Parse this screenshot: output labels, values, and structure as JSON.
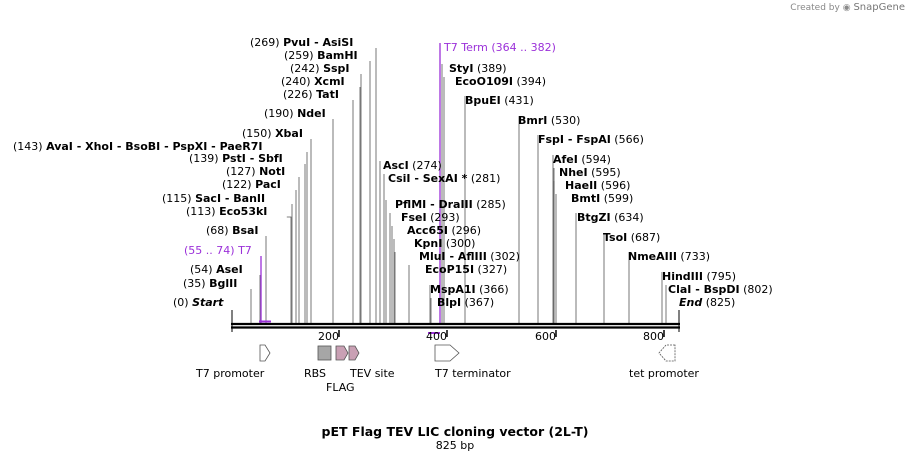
{
  "credit": {
    "prefix": "Created by",
    "brand": "SnapGene"
  },
  "title": "pET Flag TEV LIC cloning vector (2L-T)",
  "length_label": "825 bp",
  "colors": {
    "purple": "#9b30d9",
    "backbone": "#000000",
    "feature_gray": "#a6a6a6",
    "feature_pink": "#c9a0b4"
  },
  "ruler": {
    "ticks": [
      "200",
      "400",
      "600",
      "800"
    ]
  },
  "sites": [
    {
      "id": "start",
      "pos": "(0)",
      "name": "Start",
      "italic": true
    },
    {
      "id": "bglii",
      "pos": "(35)",
      "name": "BglII"
    },
    {
      "id": "asei",
      "pos": "(54)",
      "name": "AseI"
    },
    {
      "id": "t7prom",
      "pos": "(55 .. 74)",
      "name": "T7",
      "purple": true
    },
    {
      "id": "bsai",
      "pos": "(68)",
      "name": "BsaI"
    },
    {
      "id": "eco53ki",
      "pos": "(113)",
      "name": "Eco53kI"
    },
    {
      "id": "saci",
      "pos": "(115)",
      "name": "SacI",
      "extra": "- BanII"
    },
    {
      "id": "paci",
      "pos": "(122)",
      "name": "PacI"
    },
    {
      "id": "noti",
      "pos": "(127)",
      "name": "NotI"
    },
    {
      "id": "psti",
      "pos": "(139)",
      "name": "PstI",
      "extra": "- SbfI"
    },
    {
      "id": "avai",
      "pos": "(143)",
      "name": "AvaI",
      "extra": "- XhoI   - BsoBI   - PspXI   - PaeR7I"
    },
    {
      "id": "xbai",
      "pos": "(150)",
      "name": "XbaI"
    },
    {
      "id": "ndei",
      "pos": "(190)",
      "name": "NdeI"
    },
    {
      "id": "tati",
      "pos": "(226)",
      "name": "TatI"
    },
    {
      "id": "xcmi",
      "pos": "(240)",
      "name": "XcmI"
    },
    {
      "id": "sspi",
      "pos": "(242)",
      "name": "SspI"
    },
    {
      "id": "bamhi",
      "pos": "(259)",
      "name": "BamHI"
    },
    {
      "id": "pvui",
      "pos": "(269)",
      "name": "PvuI",
      "extra": "- AsiSI"
    },
    {
      "id": "asci",
      "pos": "(274)",
      "name": "AscI"
    },
    {
      "id": "csii",
      "pos": "(281)",
      "name": "CsiI",
      "extra": "- SexAI *"
    },
    {
      "id": "pflmi",
      "pos": "(285)",
      "name": "PflMI",
      "extra": "- DraIII"
    },
    {
      "id": "fsei",
      "pos": "(293)",
      "name": "FseI"
    },
    {
      "id": "acc65i",
      "pos": "(296)",
      "name": "Acc65I"
    },
    {
      "id": "kpni",
      "pos": "(300)",
      "name": "KpnI"
    },
    {
      "id": "mlui",
      "pos": "(302)",
      "name": "MluI",
      "extra": "- AflIII"
    },
    {
      "id": "ecop15i",
      "pos": "(327)",
      "name": "EcoP15I"
    },
    {
      "id": "mspa1i",
      "pos": "(366)",
      "name": "MspA1I"
    },
    {
      "id": "blpi",
      "pos": "(367)",
      "name": "BlpI"
    },
    {
      "id": "t7term",
      "pos": "(364 .. 382)",
      "name": "T7 Term",
      "purple": true
    },
    {
      "id": "styi",
      "pos": "(389)",
      "name": "StyI"
    },
    {
      "id": "ecoo109i",
      "pos": "(394)",
      "name": "EcoO109I"
    },
    {
      "id": "bpuei",
      "pos": "(431)",
      "name": "BpuEI"
    },
    {
      "id": "bmri",
      "pos": "(530)",
      "name": "BmrI"
    },
    {
      "id": "fspi",
      "pos": "(566)",
      "name": "FspI",
      "extra": "- FspAI"
    },
    {
      "id": "afei",
      "pos": "(594)",
      "name": "AfeI"
    },
    {
      "id": "nhei",
      "pos": "(595)",
      "name": "NheI"
    },
    {
      "id": "haeii",
      "pos": "(596)",
      "name": "HaeII"
    },
    {
      "id": "bmti",
      "pos": "(599)",
      "name": "BmtI"
    },
    {
      "id": "btgzi",
      "pos": "(634)",
      "name": "BtgZI"
    },
    {
      "id": "tsoi",
      "pos": "(687)",
      "name": "TsoI"
    },
    {
      "id": "nmeaiii",
      "pos": "(733)",
      "name": "NmeAIII"
    },
    {
      "id": "hindiii",
      "pos": "(795)",
      "name": "HindIII"
    },
    {
      "id": "clai",
      "pos": "(802)",
      "name": "ClaI",
      "extra": "- BspDI"
    },
    {
      "id": "end",
      "pos": "(825)",
      "name": "End",
      "italic": true
    }
  ],
  "features": [
    {
      "id": "t7-promoter",
      "label": "T7 promoter"
    },
    {
      "id": "rbs",
      "label": "RBS"
    },
    {
      "id": "flag",
      "label": "FLAG"
    },
    {
      "id": "tev-site",
      "label": "TEV site"
    },
    {
      "id": "t7-terminator",
      "label": "T7 terminator"
    },
    {
      "id": "tet-promoter",
      "label": "tet promoter"
    }
  ]
}
